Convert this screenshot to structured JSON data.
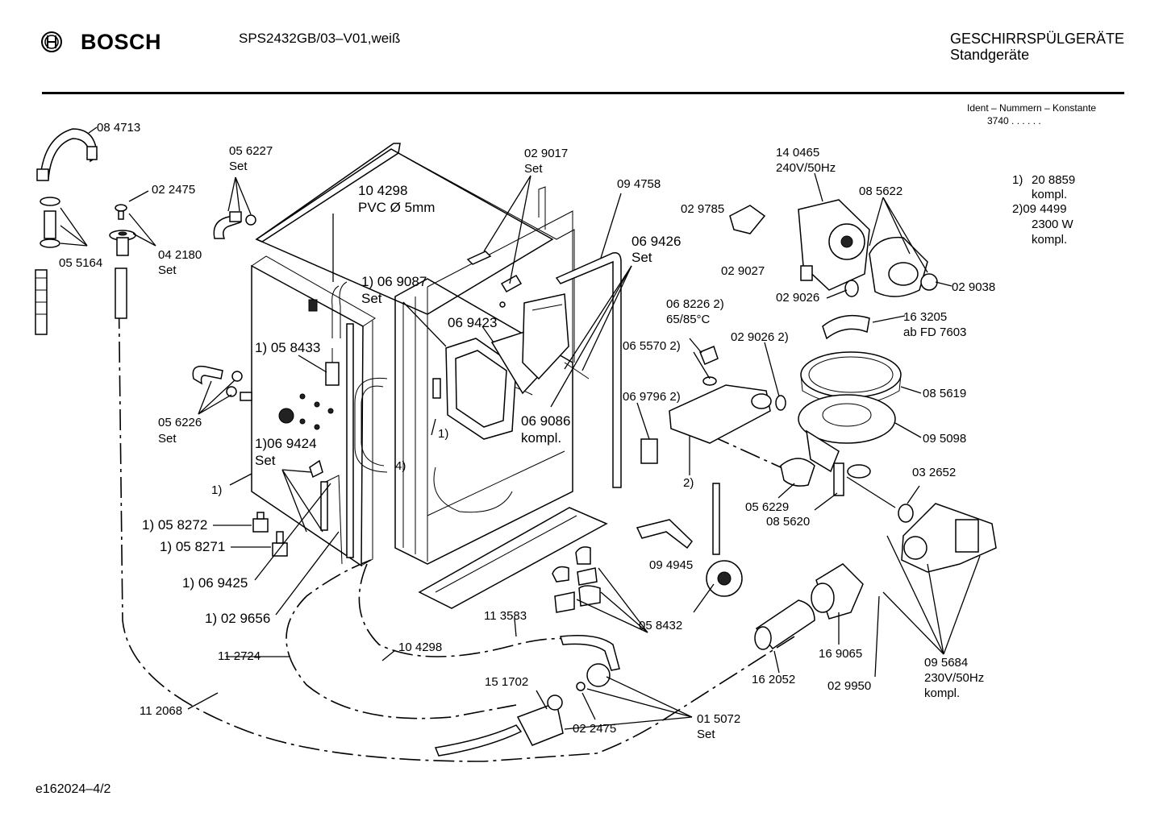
{
  "header": {
    "brand": "BOSCH",
    "model": "SPS2432GB/03–V01,weiß",
    "category_line1": "GESCHIRRSPÜLGERÄTE",
    "category_line2": "Standgeräte",
    "ident_line1": "Ident – Nummern – Konstante",
    "ident_line2": "3740  .  .    .  .  .  ."
  },
  "notes": {
    "n1_marker": "1)",
    "n1_code": "20 8859",
    "n1_text": "kompl.",
    "n2_marker": "2)09 4499",
    "n2_spec": "2300 W",
    "n2_text": "kompl."
  },
  "footer": {
    "drawing_id": "e162024–4/2"
  },
  "labels": {
    "p084713": "08 4713",
    "p022475a": "02 2475",
    "p055164": "05 5164",
    "p042180": "04 2180",
    "set_042180": "Set",
    "p056227": "05 6227",
    "set_056227": "Set",
    "p104298a": "10 4298",
    "pvc": "PVC Ø 5mm",
    "p029017": "02 9017",
    "set_029017": "Set",
    "p094758": "09 4758",
    "p069426": "06 9426",
    "set_069426": "Set",
    "p069087": "1) 06 9087",
    "set_069087": "Set",
    "p069423": "06 9423",
    "p058433": "1) 05 8433",
    "p056226": "05 6226",
    "set_056226": "Set",
    "p069424": "1)06 9424",
    "set_069424": "Set",
    "mark1a": "1)",
    "mark1b": "1)",
    "mark4": "4)",
    "p069086": "06 9086",
    "kompl_069086": "kompl.",
    "p058272": "1) 05 8272",
    "p058271": "1) 05 8271",
    "p069425": "1) 06 9425",
    "p029656": "1) 02 9656",
    "p112724": "11 2724",
    "p112068": "11 2068",
    "p104298b": "10 4298",
    "p113583": "11 3583",
    "p151702": "15 1702",
    "p022475b": "02 2475",
    "p015072": "01 5072",
    "set_015072": "Set",
    "p094945": "09 4945",
    "p058432": "05 8432",
    "p029785": "02 9785",
    "p140465": "14 0465",
    "spec_140465": "240V/50Hz",
    "p085622": "08 5622",
    "p029027": "02 9027",
    "p029026a": "02 9026",
    "p029038": "02 9038",
    "p068226": "06 8226  2)",
    "temp_068226": "65/85°C",
    "p065570": "06 5570 2)",
    "p029026b": "02 9026 2)",
    "p163205": "16 3205",
    "abfd": "ab FD 7603",
    "p085619": "08 5619",
    "p069796": "06 9796 2)",
    "p095098": "09 5098",
    "mark2": "2)",
    "p032652": "03 2652",
    "p056229": "05 6229",
    "p085620": "08 5620",
    "p162052": "16 2052",
    "p169065": "16 9065",
    "p029950": "02 9950",
    "p095684": "09 5684",
    "spec_095684": "230V/50Hz",
    "kompl_095684": "kompl."
  }
}
